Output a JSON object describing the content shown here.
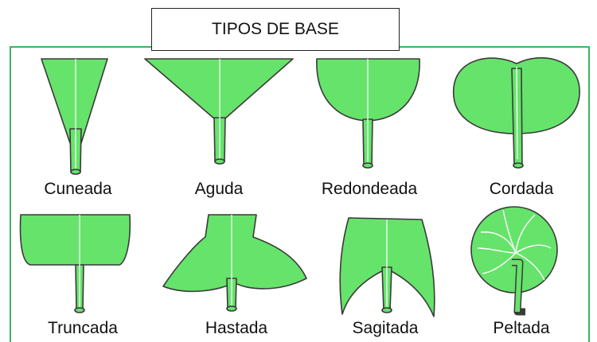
{
  "title": "TIPOS DE BASE",
  "leaf_fill": "#66e36b",
  "leaf_stroke": "#3a3a3a",
  "frame_color": "#3db560",
  "types": [
    {
      "label": "Cuneada",
      "icon": "cuneate-leaf-base-icon"
    },
    {
      "label": "Aguda",
      "icon": "acute-leaf-base-icon"
    },
    {
      "label": "Redondeada",
      "icon": "rounded-leaf-base-icon"
    },
    {
      "label": "Cordada",
      "icon": "cordate-leaf-base-icon"
    },
    {
      "label": "Truncada",
      "icon": "truncate-leaf-base-icon"
    },
    {
      "label": "Hastada",
      "icon": "hastate-leaf-base-icon"
    },
    {
      "label": "Sagitada",
      "icon": "sagittate-leaf-base-icon"
    },
    {
      "label": "Peltada",
      "icon": "peltate-leaf-icon"
    }
  ]
}
